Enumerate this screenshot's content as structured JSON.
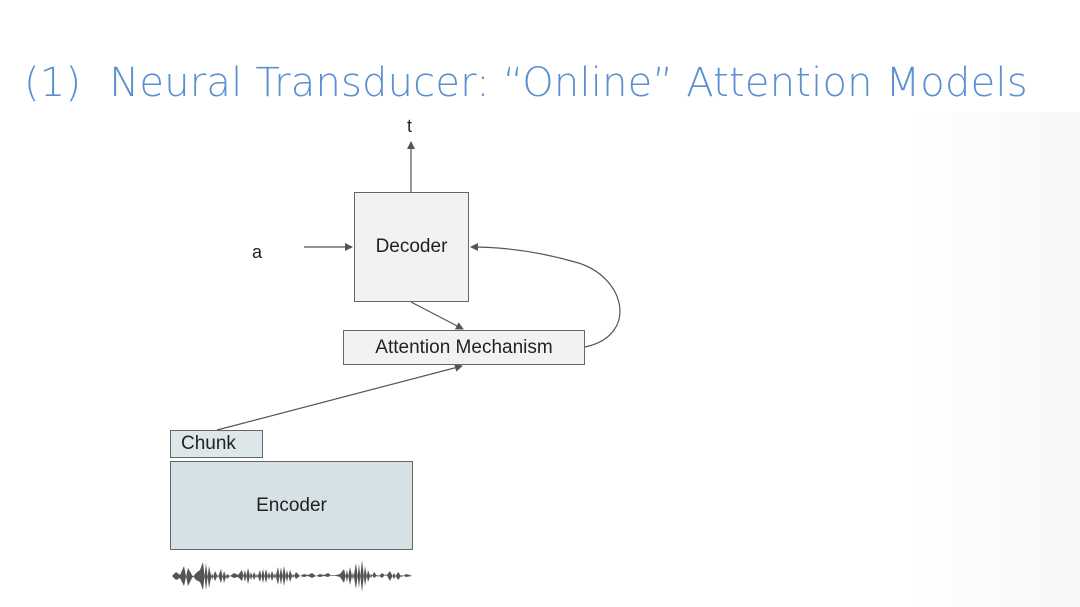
{
  "title": {
    "number": "(1)",
    "text": "Neural Transducer: “Online” Attention Models"
  },
  "diagram": {
    "decoder_label": "Decoder",
    "attention_label": "Attention Mechanism",
    "chunk_label": "Chunk",
    "encoder_label": "Encoder",
    "output_label": "t",
    "input_label": "a"
  },
  "colors": {
    "title": "#5a8fd1",
    "decoder_fill": "#f2f2f3",
    "encoder_fill": "#d5e1e5",
    "chunk_fill": "#dde6e9",
    "waveform": "#555555"
  }
}
